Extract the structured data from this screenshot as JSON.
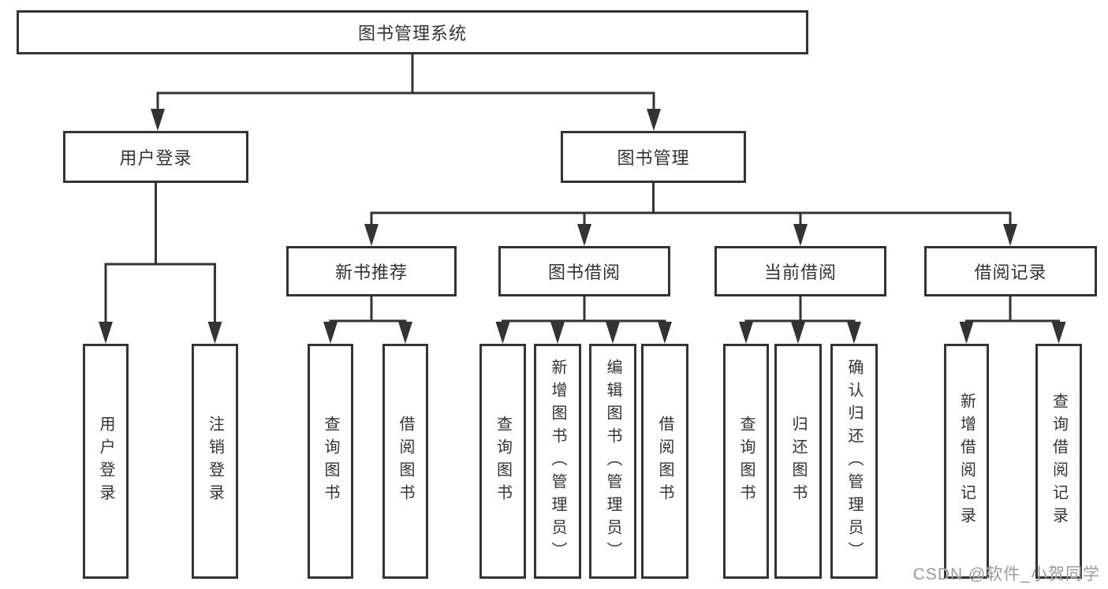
{
  "tree": {
    "label": "图书管理系统",
    "children": [
      {
        "label": "用户登录",
        "children": [
          {
            "label": "用户登录"
          },
          {
            "label": "注销登录"
          }
        ]
      },
      {
        "label": "图书管理",
        "children": [
          {
            "label": "新书推荐",
            "children": [
              {
                "label": "查询图书"
              },
              {
                "label": "借阅图书"
              }
            ]
          },
          {
            "label": "图书借阅",
            "children": [
              {
                "label": "查询图书"
              },
              {
                "label": "新增图书（管理员）"
              },
              {
                "label": "编辑图书（管理员）"
              },
              {
                "label": "借阅图书"
              }
            ]
          },
          {
            "label": "当前借阅",
            "children": [
              {
                "label": "查询图书"
              },
              {
                "label": "归还图书"
              },
              {
                "label": "确认归还（管理员）"
              }
            ]
          },
          {
            "label": "借阅记录",
            "children": [
              {
                "label": "新增借阅记录"
              },
              {
                "label": "查询借阅记录"
              }
            ]
          }
        ]
      }
    ]
  },
  "watermark": {
    "text": "CSDN @软件_小贺同学"
  },
  "colors": {
    "line": "#333333",
    "box_border": "#333333",
    "box_fill": "#ffffff",
    "text": "#333333",
    "watermark_text": "#9a9a9a",
    "background": "#ffffff"
  }
}
